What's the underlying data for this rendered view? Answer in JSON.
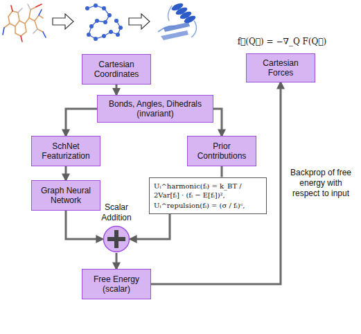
{
  "diagram": {
    "nodes": [
      {
        "text": [
          "Cartesian Forces"
        ]
      },
      {
        "text": [
          "Cartesian Coordinates"
        ]
      },
      {
        "text": [
          "Bonds, Angles, Dihedrals (invariant)"
        ]
      },
      {
        "text": [
          "SchNet Featurization"
        ]
      },
      {
        "text": [
          "Prior Contributions"
        ]
      },
      {
        "text": [
          "Uᵢ^harmonic(fᵢ) = k_BT / 2Var[fᵢ] · (fᵢ − E[fᵢ])²,",
          "Uᵢ^repulsion(fᵢ) = (σ / fᵢ)ᶜ,"
        ]
      },
      {
        "text": [
          "Graph Neural Network"
        ]
      },
      {
        "text": [
          "Scalar Addition"
        ]
      },
      {
        "text": [
          "Free Energy (scalar)"
        ]
      }
    ],
    "edges": [
      {
        "from": 1,
        "to": 2,
        "arrow": "to"
      },
      {
        "from": 2,
        "to": 3,
        "arrow": "to"
      },
      {
        "from": 2,
        "to": 4,
        "arrow": "to"
      },
      {
        "from": 3,
        "to": 6,
        "arrow": "to"
      },
      {
        "from": 4,
        "to": 5,
        "arrow": "none"
      },
      {
        "from": 6,
        "to": 7,
        "arrow": "to"
      },
      {
        "from": 5,
        "to": 7,
        "arrow": "to"
      },
      {
        "from": 7,
        "to": 8,
        "arrow": "to"
      },
      {
        "from": 8,
        "to": 0,
        "arrow": "to",
        "label": "Backprop of free energy with respect to input"
      }
    ],
    "labels": [
      "f⃗(Q⃗) = −∇_Q F(Q⃗)"
    ]
  }
}
